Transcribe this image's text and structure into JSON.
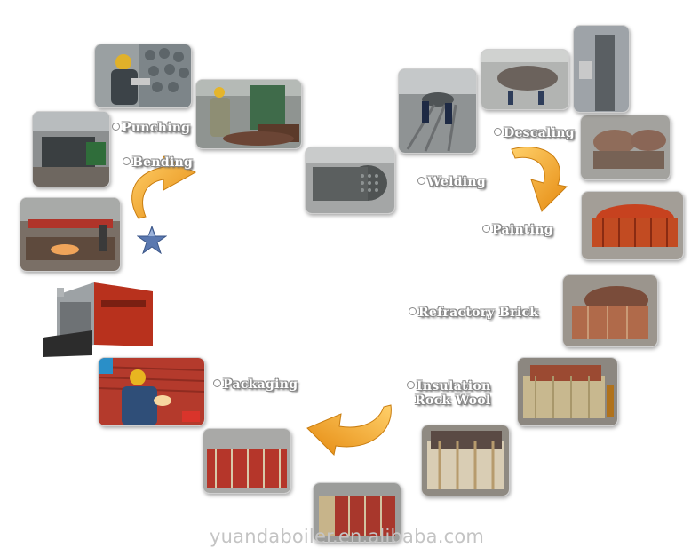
{
  "steps": {
    "punching": "Punching",
    "bending": "Bending",
    "welding": "Welding",
    "descaling": "Descaling",
    "painting": "Painting",
    "refractory": "Refractory Brick",
    "insulation_1": "Insulation",
    "insulation_2": "Rock Wool",
    "packaging": "Packaging"
  },
  "watermark": "yuandaboiler.en.alibaba.com",
  "colors": {
    "arrow": "#f2a51c",
    "star": "#5a78b0",
    "boiler_red": "#b8311d"
  },
  "icons": {
    "arrows": "curved-arrow-icon",
    "start": "star-icon"
  }
}
